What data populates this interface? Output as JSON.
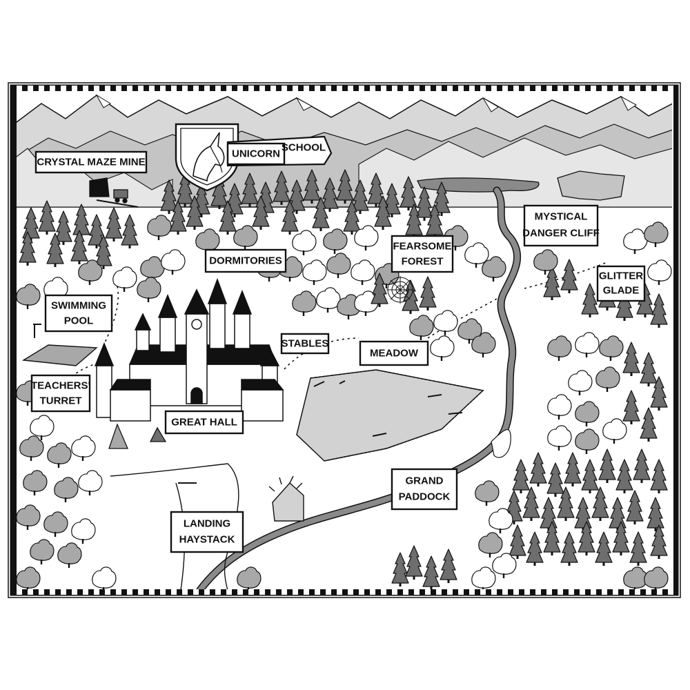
{
  "title": {
    "word1": "UNICORN",
    "word2": "SCHOOL"
  },
  "places": {
    "crystal_maze_mine": "CRYSTAL MAZE MINE",
    "dormitories": "DORMITORIES",
    "fearsome_forest": [
      "FEARSOME",
      "FOREST"
    ],
    "mystical_danger_cliff": [
      "MYSTICAL",
      "DANGER CLIFF"
    ],
    "glitter_glade": [
      "GLITTER",
      "GLADE"
    ],
    "swimming_pool": [
      "SWIMMING",
      "POOL"
    ],
    "stables": "STABLES",
    "meadow": "MEADOW",
    "teachers_turret": [
      "TEACHERS'",
      "TURRET"
    ],
    "great_hall": "GREAT HALL",
    "grand_paddock": [
      "GRAND",
      "PADDOCK"
    ],
    "landing_haystack": [
      "LANDING",
      "HAYSTACK"
    ]
  },
  "colors": {
    "ink": "#111111",
    "mountains": "#d8d8d8",
    "forest_dark": "#6e6e6e",
    "forest_mid": "#a8a8a8",
    "paddock": "#d2d2d2",
    "river": "#8a8a8a",
    "paper": "#ffffff"
  },
  "icons": [
    "unicorn-crest-icon",
    "castle-icon",
    "spider-web-icon",
    "mine-cart-icon",
    "haystack-icon",
    "tent-icon",
    "jump-fence-icon"
  ]
}
